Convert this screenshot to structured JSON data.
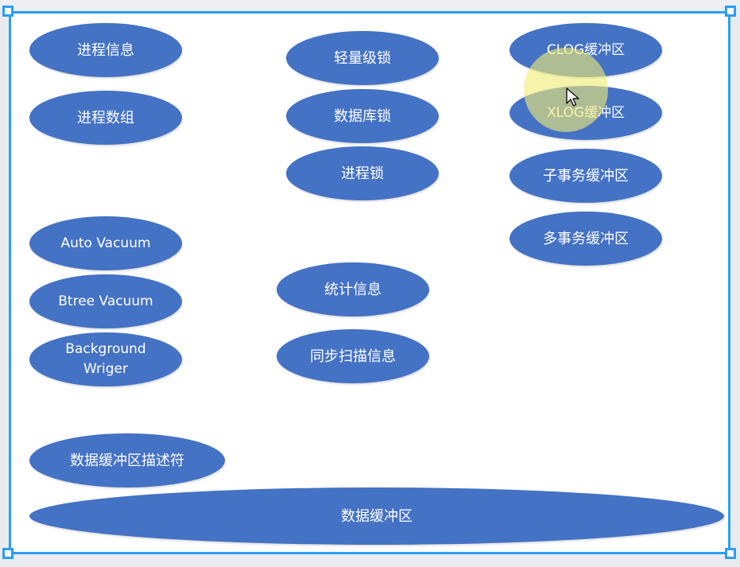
{
  "nodes": {
    "process_info": "进程信息",
    "process_array": "进程数组",
    "lightweight_lock": "轻量级锁",
    "database_lock": "数据库锁",
    "process_lock": "进程锁",
    "clog_buffer": "CLOG缓冲区",
    "xlog_buffer": "XLOG缓冲区",
    "subtransaction_buffer": "子事务缓冲区",
    "multitransaction_buffer": "多事务缓冲区",
    "auto_vacuum": "Auto Vacuum",
    "btree_vacuum": "Btree Vacuum",
    "background_writer": "Background\nWriger",
    "statistics_info": "统计信息",
    "sync_scan_info": "同步扫描信息",
    "buffer_descriptor": "数据缓冲区描述符",
    "data_buffer": "数据缓冲区"
  },
  "colors": {
    "node_fill": "#4472c4",
    "node_text": "#ffffff",
    "selection_border": "#2b9ef0",
    "cursor_highlight": "#f0ec78"
  },
  "icons": {
    "cursor": "mouse-pointer-icon"
  }
}
